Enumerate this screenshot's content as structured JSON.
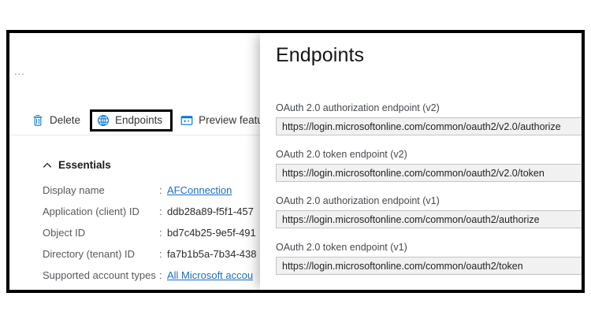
{
  "blade": {
    "breadcrumb_ellipsis": "...",
    "command_bar": [
      {
        "label": "Delete",
        "icon": "trash-icon",
        "name": "delete"
      },
      {
        "label": "Endpoints",
        "icon": "globe-icon",
        "name": "endpoints",
        "highlighted": true
      },
      {
        "label": "Preview feature",
        "icon": "preview-feature-icon",
        "name": "preview-feature"
      }
    ],
    "essentials": {
      "title": "Essentials",
      "chevron": "chevron-up-icon",
      "separator": ":",
      "properties": [
        {
          "key": "Display name",
          "value": "AFConnection",
          "is_link": true
        },
        {
          "key": "Application (client) ID",
          "value": "ddb28a89-f5f1-457",
          "is_link": false
        },
        {
          "key": "Object ID",
          "value": "bd7c4b25-9e5f-491",
          "is_link": false
        },
        {
          "key": "Directory (tenant) ID",
          "value": "fa7b1b5a-7b34-438",
          "is_link": false
        },
        {
          "key": "Supported account types",
          "value": "All Microsoft accou",
          "is_link": true
        }
      ]
    }
  },
  "panel": {
    "title": "Endpoints",
    "fields": [
      {
        "label": "OAuth 2.0 authorization endpoint (v2)",
        "value": "https://login.microsoftonline.com/common/oauth2/v2.0/authorize"
      },
      {
        "label": "OAuth 2.0 token endpoint (v2)",
        "value": "https://login.microsoftonline.com/common/oauth2/v2.0/token"
      },
      {
        "label": "OAuth 2.0 authorization endpoint (v1)",
        "value": "https://login.microsoftonline.com/common/oauth2/authorize"
      },
      {
        "label": "OAuth 2.0 token endpoint (v1)",
        "value": "https://login.microsoftonline.com/common/oauth2/token"
      }
    ]
  },
  "colors": {
    "accent_blue": "#0078d4",
    "link_blue": "#1a6fc4",
    "frame_black": "#000000",
    "input_fill": "#f1f1f1",
    "input_border": "#c3c3c3"
  }
}
